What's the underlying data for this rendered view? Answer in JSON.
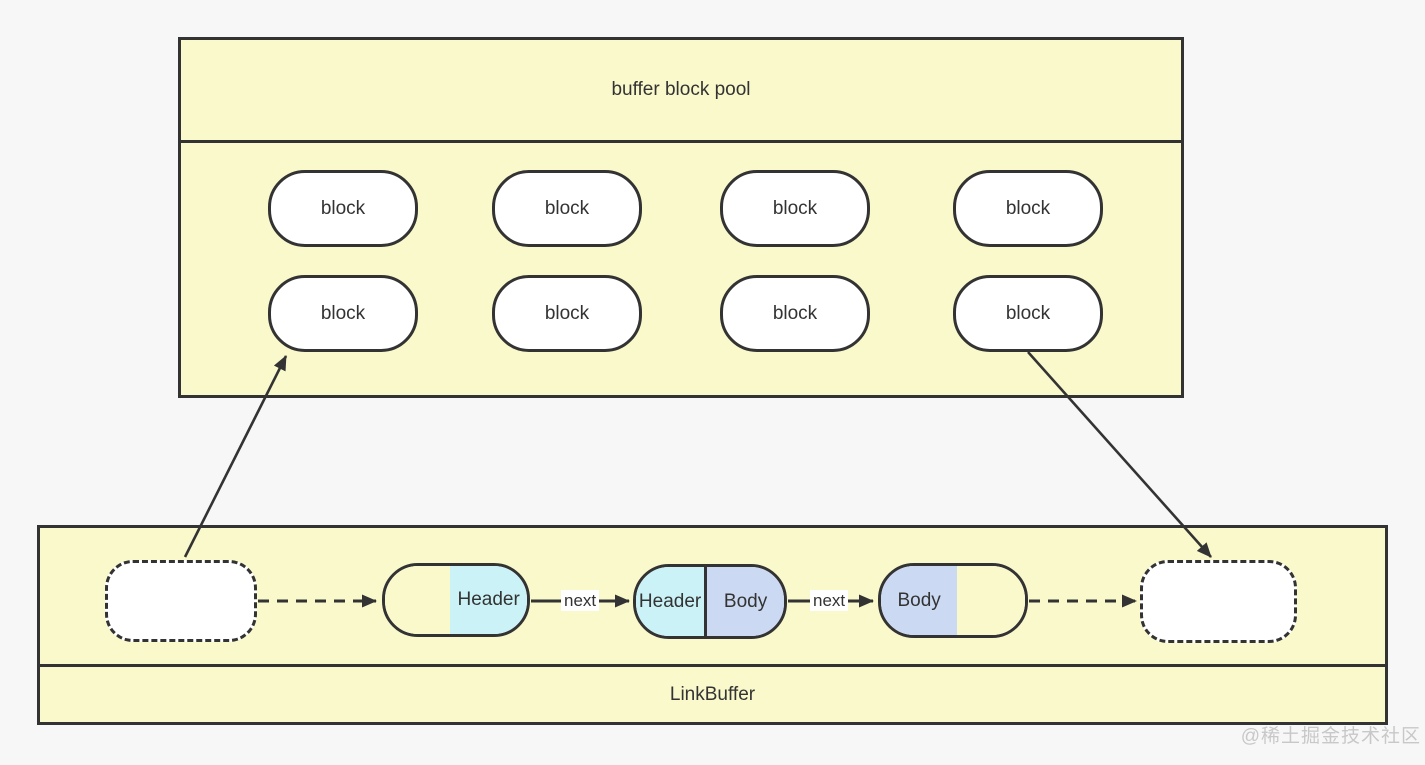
{
  "pool": {
    "title": "buffer block pool",
    "blocks": [
      "block",
      "block",
      "block",
      "block",
      "block",
      "block",
      "block",
      "block"
    ]
  },
  "link_buffer": {
    "title": "LinkBuffer",
    "nodes": [
      {
        "kind": "placeholder-dashed",
        "segments": []
      },
      {
        "kind": "block",
        "segments": [
          {
            "label": "",
            "fill": "#FAF9CC"
          },
          {
            "label": "Header",
            "fill": "#CBF3F7"
          }
        ]
      },
      {
        "kind": "block",
        "divider": true,
        "segments": [
          {
            "label": "Header",
            "fill": "#CBF3F7"
          },
          {
            "label": "Body",
            "fill": "#CBDAF2"
          }
        ]
      },
      {
        "kind": "block",
        "segments": [
          {
            "label": "Body",
            "fill": "#CBDAF2"
          },
          {
            "label": "",
            "fill": "#FAF9CC"
          }
        ]
      },
      {
        "kind": "placeholder-dashed",
        "segments": []
      }
    ],
    "edge_labels": [
      "next",
      "next"
    ]
  },
  "watermark": "@稀土掘金技术社区",
  "colors": {
    "page_bg": "#F7F7F7",
    "container_fill": "#FAF9CC",
    "header_fill": "#CBF3F7",
    "body_fill": "#CBDAF2",
    "node_fill": "#FFFFFF",
    "border": "#333333",
    "text": "#333333",
    "watermark": "#C8C8C8"
  }
}
